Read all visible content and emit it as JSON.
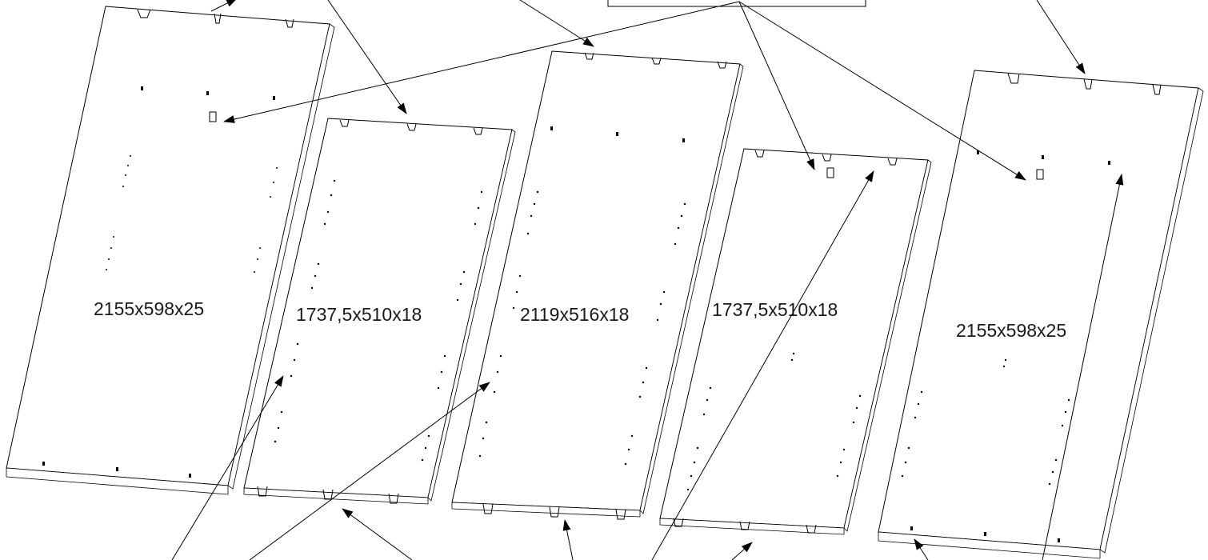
{
  "panels": [
    {
      "id": "panel-1",
      "label": "2155x598x25"
    },
    {
      "id": "panel-2",
      "label": "1737,5x510x18"
    },
    {
      "id": "panel-3",
      "label": "2119x516x18"
    },
    {
      "id": "panel-4",
      "label": "1737,5x510x18"
    },
    {
      "id": "panel-5",
      "label": "2155x598x25"
    }
  ]
}
